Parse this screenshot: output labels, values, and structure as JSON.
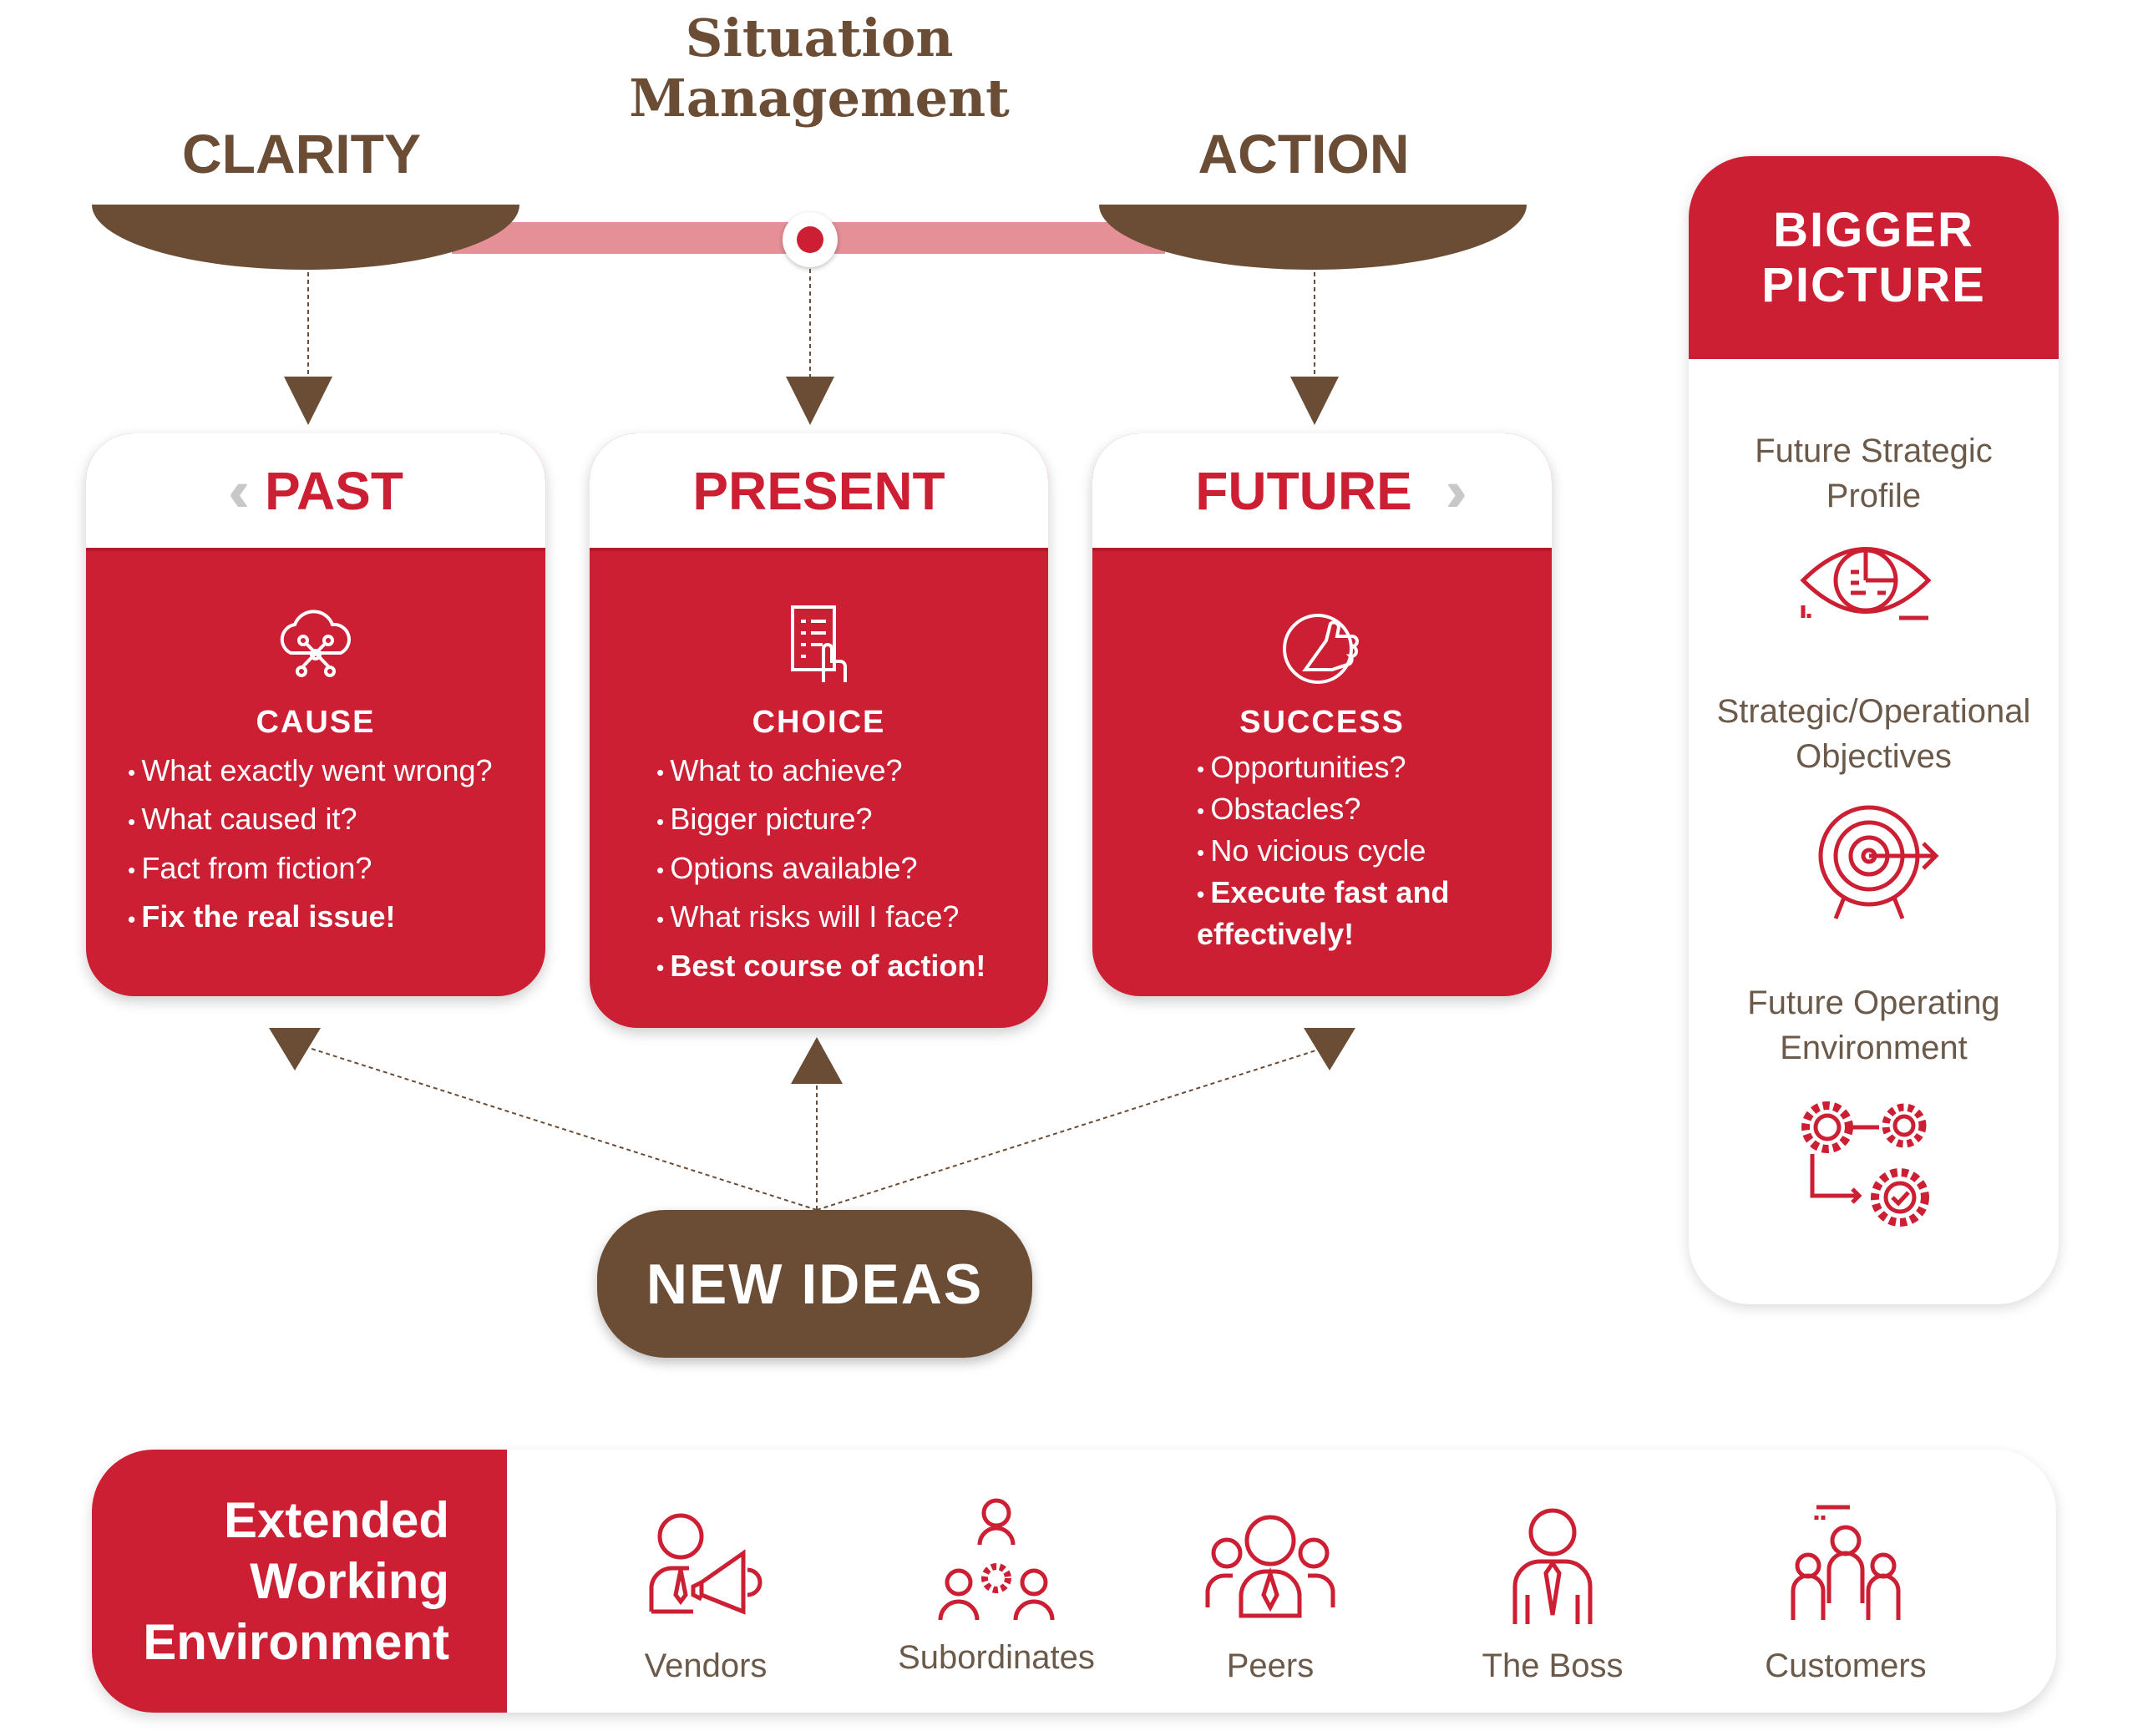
{
  "header": {
    "title_line1": "Situation",
    "title_line2": "Management",
    "left_label": "CLARITY",
    "right_label": "ACTION"
  },
  "colors": {
    "red": "#cd1f33",
    "brown": "#6b4c35",
    "pink": "#e58f96"
  },
  "columns": [
    {
      "title": "PAST",
      "icon": "cloud-network-icon",
      "subtitle": "CAUSE",
      "bullets": [
        "What exactly went wrong?",
        "What caused it?",
        "Fact from fiction?"
      ],
      "bold_bullet": "Fix the real issue!"
    },
    {
      "title": "PRESENT",
      "icon": "checklist-hand-icon",
      "subtitle": "CHOICE",
      "bullets": [
        "What to achieve?",
        "Bigger picture?",
        "Options available?",
        "What risks will I face?"
      ],
      "bold_bullet": "Best course of action!"
    },
    {
      "title": "FUTURE",
      "icon": "globe-thumbs-up-icon",
      "subtitle": "SUCCESS",
      "bullets": [
        "Opportunities?",
        "Obstacles?",
        "No vicious cycle"
      ],
      "bold_bullet": "Execute fast and effectively!"
    }
  ],
  "new_ideas": "NEW IDEAS",
  "bigger_picture": {
    "title_line1": "BIGGER",
    "title_line2": "PICTURE",
    "items": [
      {
        "line1": "Future Strategic",
        "line2": "Profile",
        "icon": "eye-chart-icon"
      },
      {
        "line1": "Strategic/Operational",
        "line2": "Objectives",
        "icon": "target-icon"
      },
      {
        "line1": "Future Operating",
        "line2": "Environment",
        "icon": "gears-flow-icon"
      }
    ]
  },
  "extended": {
    "title_lines": [
      "Extended",
      "Working",
      "Environment"
    ],
    "people": [
      {
        "label": "Vendors",
        "icon": "vendor-megaphone-icon"
      },
      {
        "label": "Subordinates",
        "icon": "team-gear-icon"
      },
      {
        "label": "Peers",
        "icon": "peers-icon"
      },
      {
        "label": "The Boss",
        "icon": "boss-icon"
      },
      {
        "label": "Customers",
        "icon": "customers-icon"
      }
    ]
  }
}
